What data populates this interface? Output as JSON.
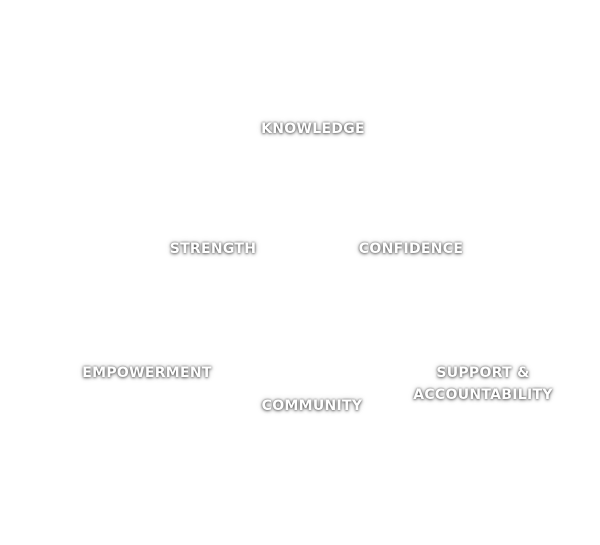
{
  "labels": {
    "knowledge": "KNOWLEDGE",
    "strength": "STRENGTH",
    "confidence": "CONFIDENCE",
    "empowerment": "EMPOWERMENT",
    "community": "COMMUNITY",
    "support_line1": "SUPPORT &",
    "support_line2": "ACCOUNTABILITY"
  },
  "colors": {
    "background": "#ffffff",
    "text": "#ffffff",
    "shadow": "#000000"
  }
}
